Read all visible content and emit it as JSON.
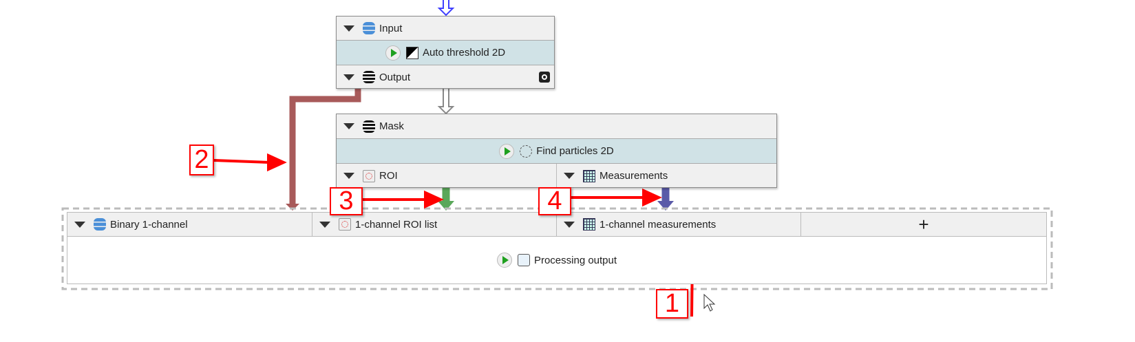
{
  "input_node": {
    "input_label": "Input",
    "process_label": "Auto threshold 2D",
    "output_label": "Output"
  },
  "mask_node": {
    "input_label": "Mask",
    "process_label": "Find particles 2D",
    "outputs": [
      "ROI",
      "Measurements"
    ]
  },
  "output_node": {
    "columns": [
      "Binary 1-channel",
      "1-channel ROI list",
      "1-channel measurements"
    ],
    "add_label": "+",
    "process_label": "Processing output"
  },
  "annotations": [
    "1",
    "2",
    "3",
    "4"
  ],
  "colors": {
    "annotation": "#ff0000",
    "image_link": "#a85a5a",
    "roi_link": "#5aa85a",
    "measure_link": "#5a5aa8"
  }
}
